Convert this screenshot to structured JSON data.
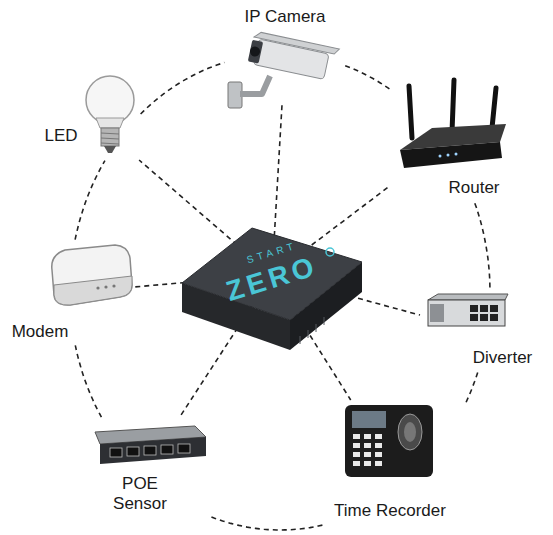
{
  "diagram": {
    "nodes": [
      {
        "text": [
          "IP Camera"
        ]
      },
      {
        "text": [
          "Router"
        ]
      },
      {
        "text": [
          "Diverter"
        ]
      },
      {
        "text": [
          "Time Recorder"
        ]
      },
      {
        "text": [
          "POE Sensor"
        ]
      },
      {
        "text": [
          "Modem"
        ]
      },
      {
        "text": [
          "LED"
        ]
      },
      {
        "text": [
          "START",
          "ZERO"
        ]
      }
    ],
    "edges": [
      {
        "from": 0,
        "to": 1,
        "arrow": "none"
      },
      {
        "from": 1,
        "to": 2,
        "arrow": "none"
      },
      {
        "from": 2,
        "to": 3,
        "arrow": "none"
      },
      {
        "from": 3,
        "to": 4,
        "arrow": "none"
      },
      {
        "from": 4,
        "to": 5,
        "arrow": "none"
      },
      {
        "from": 5,
        "to": 6,
        "arrow": "none"
      },
      {
        "from": 6,
        "to": 0,
        "arrow": "none"
      },
      {
        "from": 7,
        "to": 0,
        "arrow": "none"
      },
      {
        "from": 7,
        "to": 1,
        "arrow": "none"
      },
      {
        "from": 7,
        "to": 2,
        "arrow": "none"
      },
      {
        "from": 7,
        "to": 3,
        "arrow": "none"
      },
      {
        "from": 7,
        "to": 4,
        "arrow": "none"
      },
      {
        "from": 7,
        "to": 5,
        "arrow": "none"
      },
      {
        "from": 7,
        "to": 6,
        "arrow": "none"
      }
    ]
  }
}
